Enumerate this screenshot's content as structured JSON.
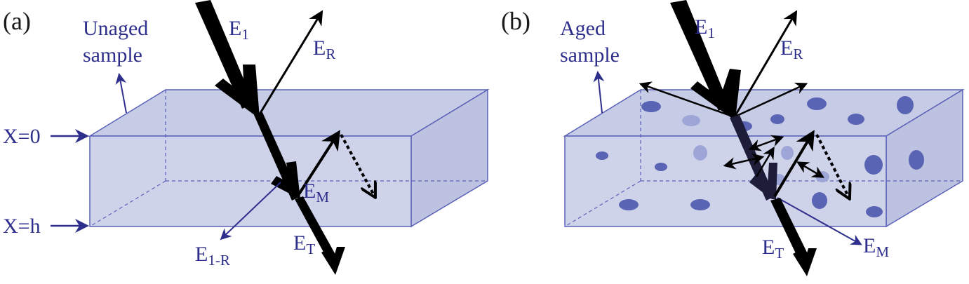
{
  "panel_a": {
    "tag": "(a)",
    "sample_line1": "Unaged",
    "sample_line2": "sample",
    "x0": "X=0",
    "xh": "X=h",
    "e1_main": "E",
    "e1_sub": "1",
    "er_main": "E",
    "er_sub": "R",
    "em_main": "E",
    "em_sub": "M",
    "e1r_main": "E",
    "e1r_sub": "1-R",
    "et_main": "E",
    "et_sub": "T"
  },
  "panel_b": {
    "tag": "(b)",
    "sample_line1": "Aged",
    "sample_line2": "sample",
    "e1_main": "E",
    "e1_sub": "1",
    "er_main": "E",
    "er_sub": "R",
    "et_main": "E",
    "et_sub": "T",
    "em_main": "E",
    "em_sub": "M"
  },
  "colors": {
    "box_fill": "#c7cce6",
    "box_edge": "#5b62b8",
    "label_blue": "#2e2e8c",
    "arrow": "#000000",
    "inclusion_dark": "#5a64b4",
    "inclusion_light": "#9ea6d8"
  }
}
